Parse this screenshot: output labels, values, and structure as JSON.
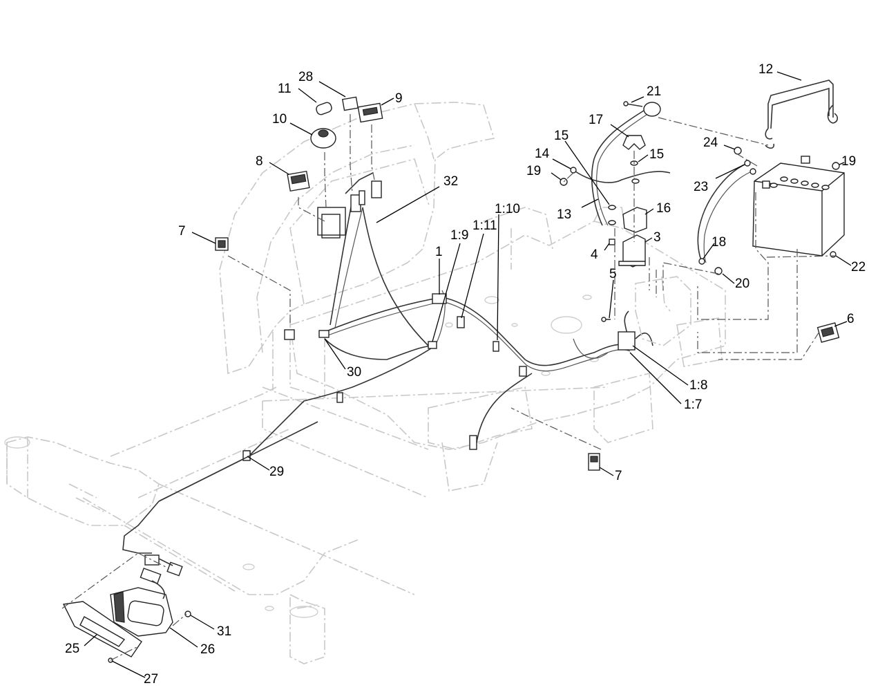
{
  "callouts": [
    {
      "id": "c12",
      "text": "12"
    },
    {
      "id": "c28",
      "text": "28"
    },
    {
      "id": "c21",
      "text": "21"
    },
    {
      "id": "c11",
      "text": "11"
    },
    {
      "id": "c9",
      "text": "9"
    },
    {
      "id": "c17",
      "text": "17"
    },
    {
      "id": "c10",
      "text": "10"
    },
    {
      "id": "c15a",
      "text": "15"
    },
    {
      "id": "c24",
      "text": "24"
    },
    {
      "id": "c19a",
      "text": "19"
    },
    {
      "id": "c14",
      "text": "14"
    },
    {
      "id": "c15b",
      "text": "15"
    },
    {
      "id": "c8",
      "text": "8"
    },
    {
      "id": "c19b",
      "text": "19"
    },
    {
      "id": "c32",
      "text": "32"
    },
    {
      "id": "c23",
      "text": "23"
    },
    {
      "id": "c1_10",
      "text": "1:10"
    },
    {
      "id": "c1_11",
      "text": "1:11"
    },
    {
      "id": "c16",
      "text": "16"
    },
    {
      "id": "c13",
      "text": "13"
    },
    {
      "id": "c7a",
      "text": "7"
    },
    {
      "id": "c1_9",
      "text": "1:9"
    },
    {
      "id": "c3",
      "text": "3"
    },
    {
      "id": "c18",
      "text": "18"
    },
    {
      "id": "c1",
      "text": "1"
    },
    {
      "id": "c4",
      "text": "4"
    },
    {
      "id": "c22",
      "text": "22"
    },
    {
      "id": "c5",
      "text": "5"
    },
    {
      "id": "c20",
      "text": "20"
    },
    {
      "id": "c6",
      "text": "6"
    },
    {
      "id": "c30",
      "text": "30"
    },
    {
      "id": "c1_8",
      "text": "1:8"
    },
    {
      "id": "c1_7",
      "text": "1:7"
    },
    {
      "id": "c29",
      "text": "29"
    },
    {
      "id": "c7b",
      "text": "7"
    },
    {
      "id": "c31",
      "text": "31"
    },
    {
      "id": "c25",
      "text": "25"
    },
    {
      "id": "c26",
      "text": "26"
    },
    {
      "id": "c27",
      "text": "27"
    }
  ]
}
